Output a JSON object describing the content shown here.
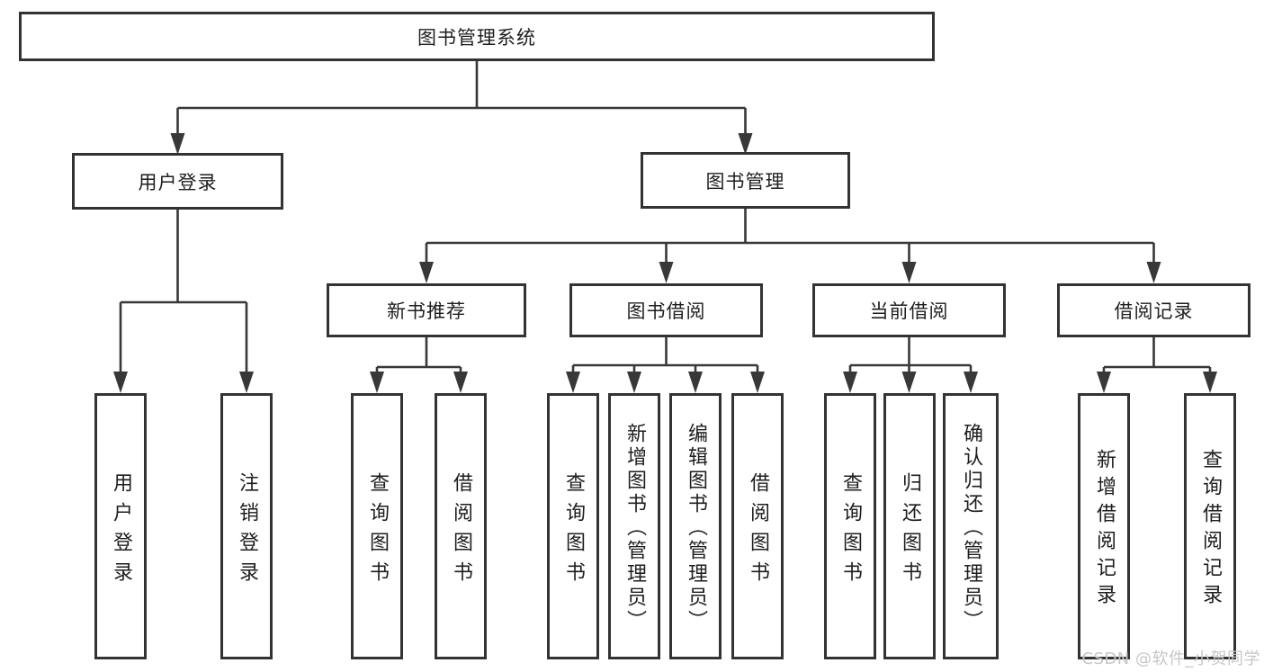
{
  "diagram": {
    "type": "tree",
    "title": "图书管理系统",
    "watermark": "CSDN @软件_小贺同学",
    "colors": {
      "background": "#ffffff",
      "box_border": "#333333",
      "connector": "#383838",
      "text": "#1e1e1e",
      "watermark_text": "#c6c6c6"
    },
    "nodes": {
      "root": {
        "label": "图书管理系统"
      },
      "user_login": {
        "label": "用户登录"
      },
      "book_mgmt": {
        "label": "图书管理"
      },
      "new_book_rec": {
        "label": "新书推荐"
      },
      "book_borrow": {
        "label": "图书借阅"
      },
      "current_borrow": {
        "label": "当前借阅"
      },
      "borrow_record": {
        "label": "借阅记录"
      },
      "leaf_user_login": {
        "label": "用户登录"
      },
      "leaf_logout": {
        "label": "注销登录"
      },
      "leaf_rec_query": {
        "label": "查询图书"
      },
      "leaf_rec_borrow": {
        "label": "借阅图书"
      },
      "leaf_bor_query": {
        "label": "查询图书"
      },
      "leaf_bor_add": {
        "label": "新增图书（管理员）"
      },
      "leaf_bor_edit": {
        "label": "编辑图书（管理员）"
      },
      "leaf_bor_borrow": {
        "label": "借阅图书"
      },
      "leaf_cur_query": {
        "label": "查询图书"
      },
      "leaf_cur_return": {
        "label": "归还图书"
      },
      "leaf_cur_confirm": {
        "label": "确认归还（管理员）"
      },
      "leaf_log_add": {
        "label": "新增借阅记录"
      },
      "leaf_log_query": {
        "label": "查询借阅记录"
      }
    },
    "hierarchy": {
      "图书管理系统": {
        "用户登录": [
          "用户登录",
          "注销登录"
        ],
        "图书管理": {
          "新书推荐": [
            "查询图书",
            "借阅图书"
          ],
          "图书借阅": [
            "查询图书",
            "新增图书（管理员）",
            "编辑图书（管理员）",
            "借阅图书"
          ],
          "当前借阅": [
            "查询图书",
            "归还图书",
            "确认归还（管理员）"
          ],
          "借阅记录": [
            "新增借阅记录",
            "查询借阅记录"
          ]
        }
      }
    }
  }
}
